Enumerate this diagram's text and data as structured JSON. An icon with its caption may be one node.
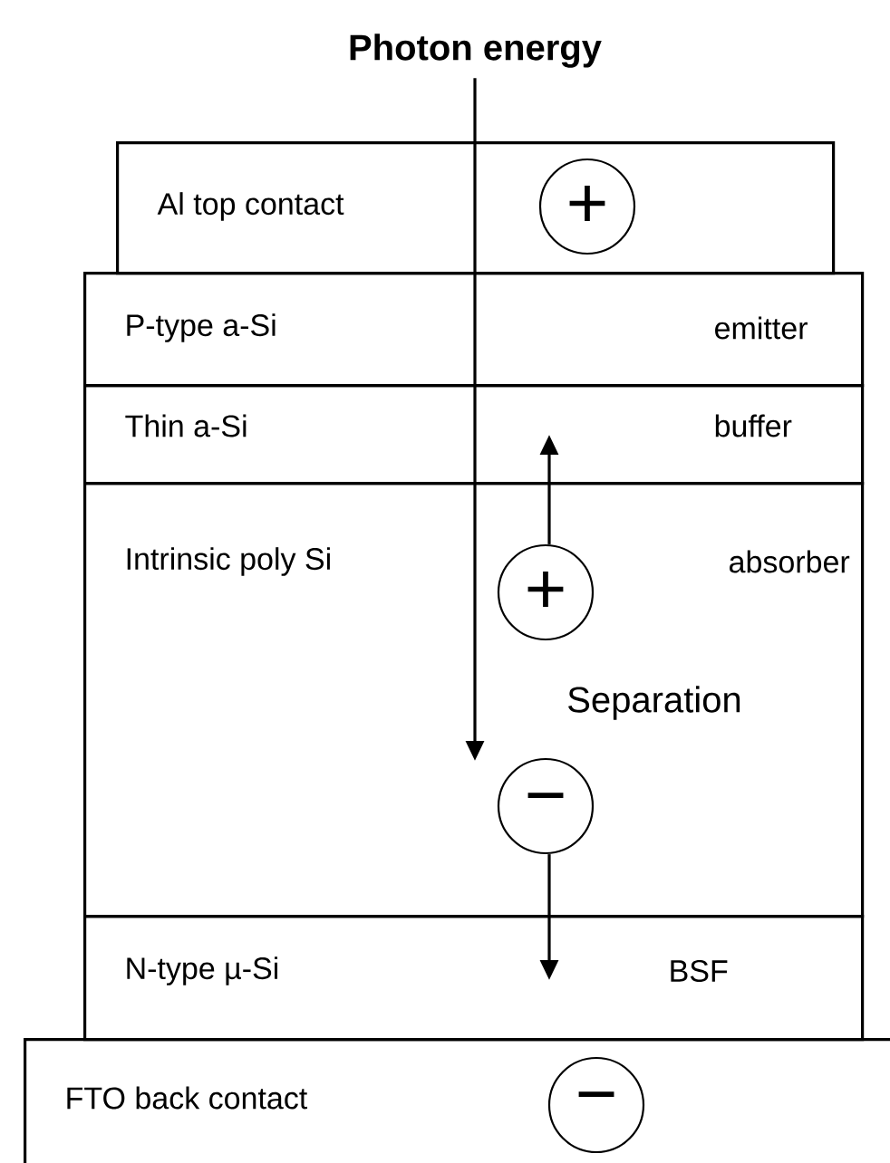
{
  "diagram": {
    "nodes": [
      {
        "text": [
          "Photon energy"
        ]
      },
      {
        "text": [
          "Al top contact"
        ]
      },
      {
        "text": [
          "P-type a-Si",
          "emitter"
        ]
      },
      {
        "text": [
          "Thin a-Si",
          "buffer"
        ]
      },
      {
        "text": [
          "Intrinsic poly Si",
          "absorber"
        ]
      },
      {
        "text": [
          "N-type µ-Si",
          "BSF"
        ]
      },
      {
        "text": [
          "FTO back contact"
        ]
      },
      {
        "text": [
          "+"
        ],
        "in": 1
      },
      {
        "text": [
          "+"
        ],
        "in": 4
      },
      {
        "text": [
          "−"
        ],
        "in": 4
      },
      {
        "text": [
          "−"
        ],
        "in": 6
      }
    ],
    "edges": [
      {
        "from": 0,
        "to": null,
        "arrow": "to"
      },
      {
        "from": 8,
        "to": 3,
        "arrow": "to"
      },
      {
        "from": 9,
        "to": 5,
        "arrow": "to"
      }
    ],
    "labels": [
      "Separation"
    ]
  }
}
